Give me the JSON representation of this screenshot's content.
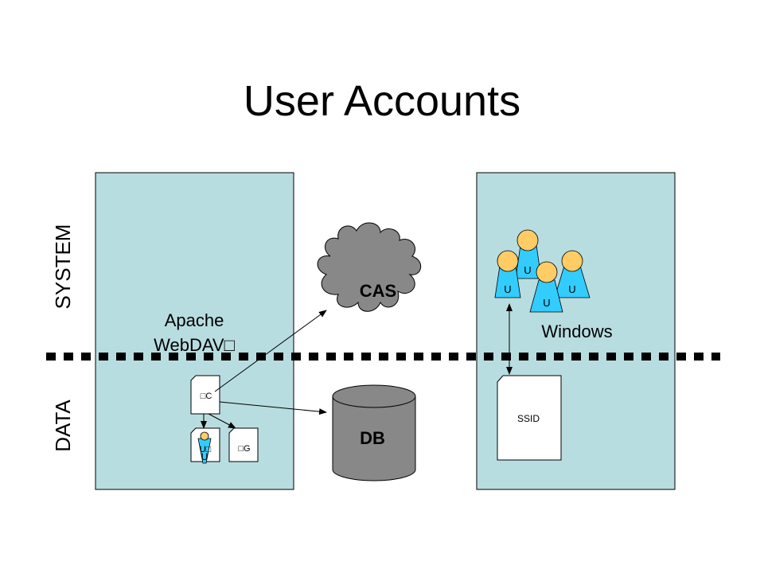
{
  "title": "User Accounts",
  "layers": {
    "system": "SYSTEM",
    "data": "DATA"
  },
  "left_panel": {
    "label_line1": "Apache",
    "label_line2": "WebDAV□"
  },
  "right_panel": {
    "label": "Windows"
  },
  "cas": {
    "label": "CAS"
  },
  "db": {
    "label": "DB"
  },
  "docs": {
    "c": "□C",
    "u": "U□",
    "g": "□G",
    "ssid": "SSID"
  },
  "users": {
    "letter": "U"
  },
  "colors": {
    "panel": "#b8dde0",
    "cloud": "#888888",
    "db": "#888888",
    "user_body": "#33ccff",
    "user_head": "#ffcc66",
    "divider": "#000000"
  }
}
